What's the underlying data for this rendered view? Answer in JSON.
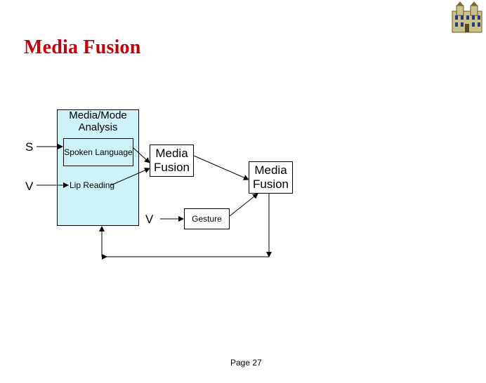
{
  "slide": {
    "title": "Media Fusion",
    "page_number": "Page 27"
  },
  "diagram": {
    "analysis_panel": {
      "title": "Media/Mode Analysis"
    },
    "inputs": {
      "speech": "S",
      "vision": "V",
      "vision_gesture": "V"
    },
    "modules": {
      "spoken_language": "Spoken Language",
      "lip_reading": "Lip Reading",
      "media_fusion_1": "Media Fusion",
      "media_fusion_2": "Media Fusion",
      "gesture": "Gesture"
    },
    "colors": {
      "title": "#c0000c",
      "panel_fill": "#cdf3f8",
      "line": "#000000"
    }
  }
}
